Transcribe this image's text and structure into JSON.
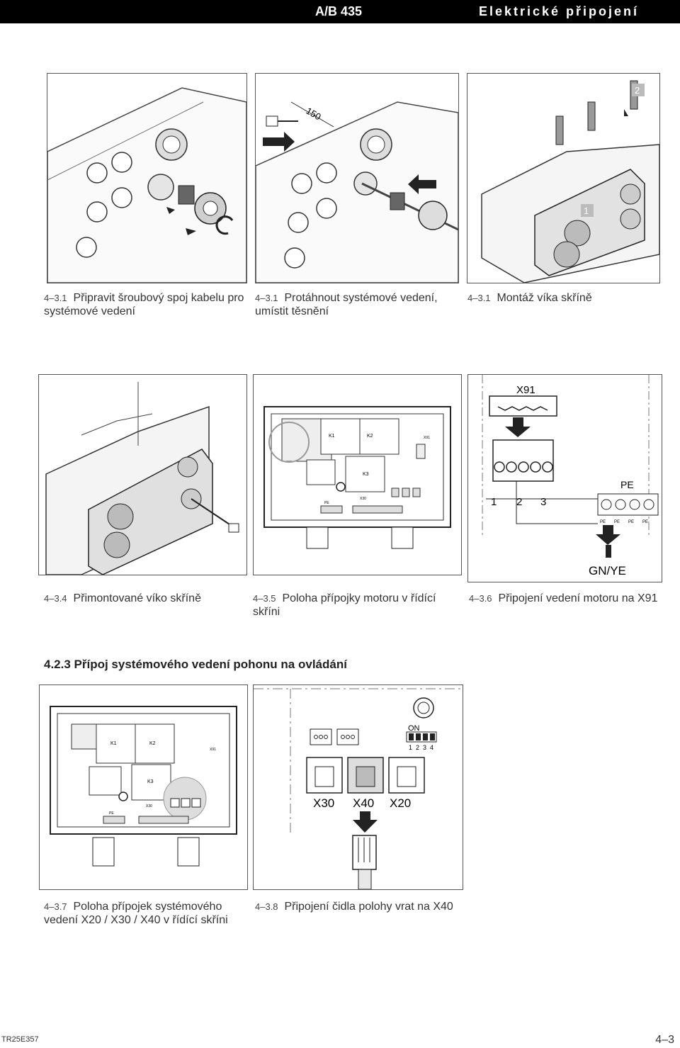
{
  "header": {
    "model": "A/B 435",
    "title": "Elektrické připojení"
  },
  "figures": [
    {
      "num": "4–3.1",
      "caption": "Připravit šroubový spoj kabelu pro systémové vedení",
      "measure": "150"
    },
    {
      "num": "4–3.1",
      "caption": "Protáhnout systémové vedení, umístit těsnění"
    },
    {
      "num": "4–3.1",
      "caption": "Montáž víka skříně",
      "badge1": "1",
      "badge2": "2"
    },
    {
      "num": "4–3.4",
      "caption": "Přimontované víko skříně"
    },
    {
      "num": "4–3.5",
      "caption": "Poloha přípojky motoru v řídící skříni"
    },
    {
      "num": "4–3.6",
      "caption": "Připojení vedení motoru na X91",
      "connector": "X91",
      "pe": "PE",
      "terminals": [
        "1",
        "2",
        "3"
      ],
      "pe_marks": [
        "PE",
        "PE",
        "PE",
        "PE"
      ],
      "wire": "GN/YE"
    },
    {
      "num": "4–3.7",
      "caption": "Poloha přípojek systémového vedení X20 / X30 / X40 v řídící skříni"
    },
    {
      "num": "4–3.8",
      "caption": "Připojení čidla polohy vrat na X40",
      "ports": [
        "X30",
        "X40",
        "X20"
      ],
      "dip_label": "ON",
      "dip_numbers": [
        "1",
        "2",
        "3",
        "4"
      ]
    }
  ],
  "board_labels": {
    "k1": "K1",
    "k2": "K2",
    "k3": "K3",
    "x91": "X91",
    "x30": "X30",
    "pe": "PE"
  },
  "section_title": "4.2.3 Přípoj systémového vedení pohonu na ovládání",
  "footer": {
    "code": "TR25E357",
    "page": "4–3"
  }
}
